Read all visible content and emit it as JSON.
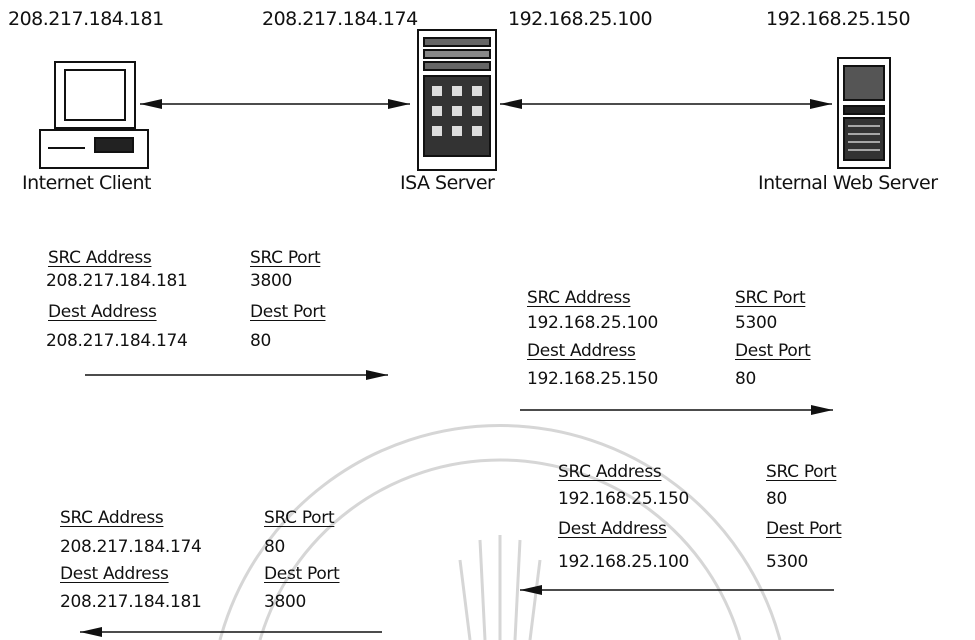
{
  "hosts": {
    "client": {
      "ip": "208.217.184.181",
      "label": "Internet Client"
    },
    "isa": {
      "ip_external": "208.217.184.174",
      "ip_internal": "192.168.25.100",
      "label": "ISA Server"
    },
    "web": {
      "ip": "192.168.25.150",
      "label": "Internal Web Server"
    }
  },
  "packets": [
    {
      "src_address_header": "SRC Address",
      "src_port_header": "SRC Port",
      "src_address": "208.217.184.181",
      "src_port": "3800",
      "dest_address_header": "Dest Address",
      "dest_port_header": "Dest Port",
      "dest_address": "208.217.184.174",
      "dest_port": "80"
    },
    {
      "src_address_header": "SRC Address",
      "src_port_header": "SRC Port",
      "src_address": "192.168.25.100",
      "src_port": "5300",
      "dest_address_header": "Dest Address",
      "dest_port_header": "Dest Port",
      "dest_address": "192.168.25.150",
      "dest_port": "80"
    },
    {
      "src_address_header": "SRC Address",
      "src_port_header": "SRC Port",
      "src_address": "192.168.25.150",
      "src_port": "80",
      "dest_address_header": "Dest Address",
      "dest_port_header": "Dest Port",
      "dest_address": "192.168.25.100",
      "dest_port": "5300"
    },
    {
      "src_address_header": "SRC Address",
      "src_port_header": "SRC Port",
      "src_address": "208.217.184.174",
      "src_port": "80",
      "dest_address_header": "Dest Address",
      "dest_port_header": "Dest Port",
      "dest_address": "208.217.184.181",
      "dest_port": "3800"
    }
  ]
}
